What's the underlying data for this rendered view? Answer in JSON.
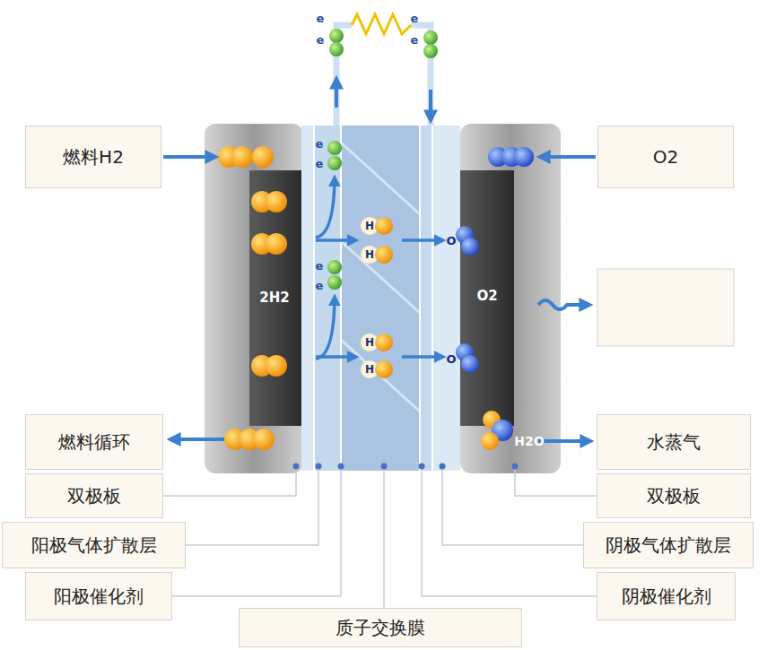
{
  "diagram": {
    "nodes": [
      {
        "text": [
          "燃料H2"
        ]
      },
      {
        "text": [
          "O2"
        ]
      },
      {
        "text": [
          "燃料循环"
        ]
      },
      {
        "text": [
          "水蒸气"
        ]
      },
      {
        "text": [
          "双极板"
        ]
      },
      {
        "text": [
          "双极板"
        ]
      },
      {
        "text": [
          "阳极气体扩散层"
        ]
      },
      {
        "text": [
          "阴极气体扩散层"
        ]
      },
      {
        "text": [
          "阳极催化剂"
        ]
      },
      {
        "text": [
          "阴极催化剂"
        ]
      },
      {
        "text": [
          "质子交换膜"
        ]
      }
    ],
    "labels": [
      "e",
      "e",
      "e",
      "e",
      "e",
      "e",
      "e",
      "e",
      "H",
      "H",
      "O",
      "H",
      "H",
      "O",
      "2H2",
      "O2",
      "H2O"
    ]
  }
}
